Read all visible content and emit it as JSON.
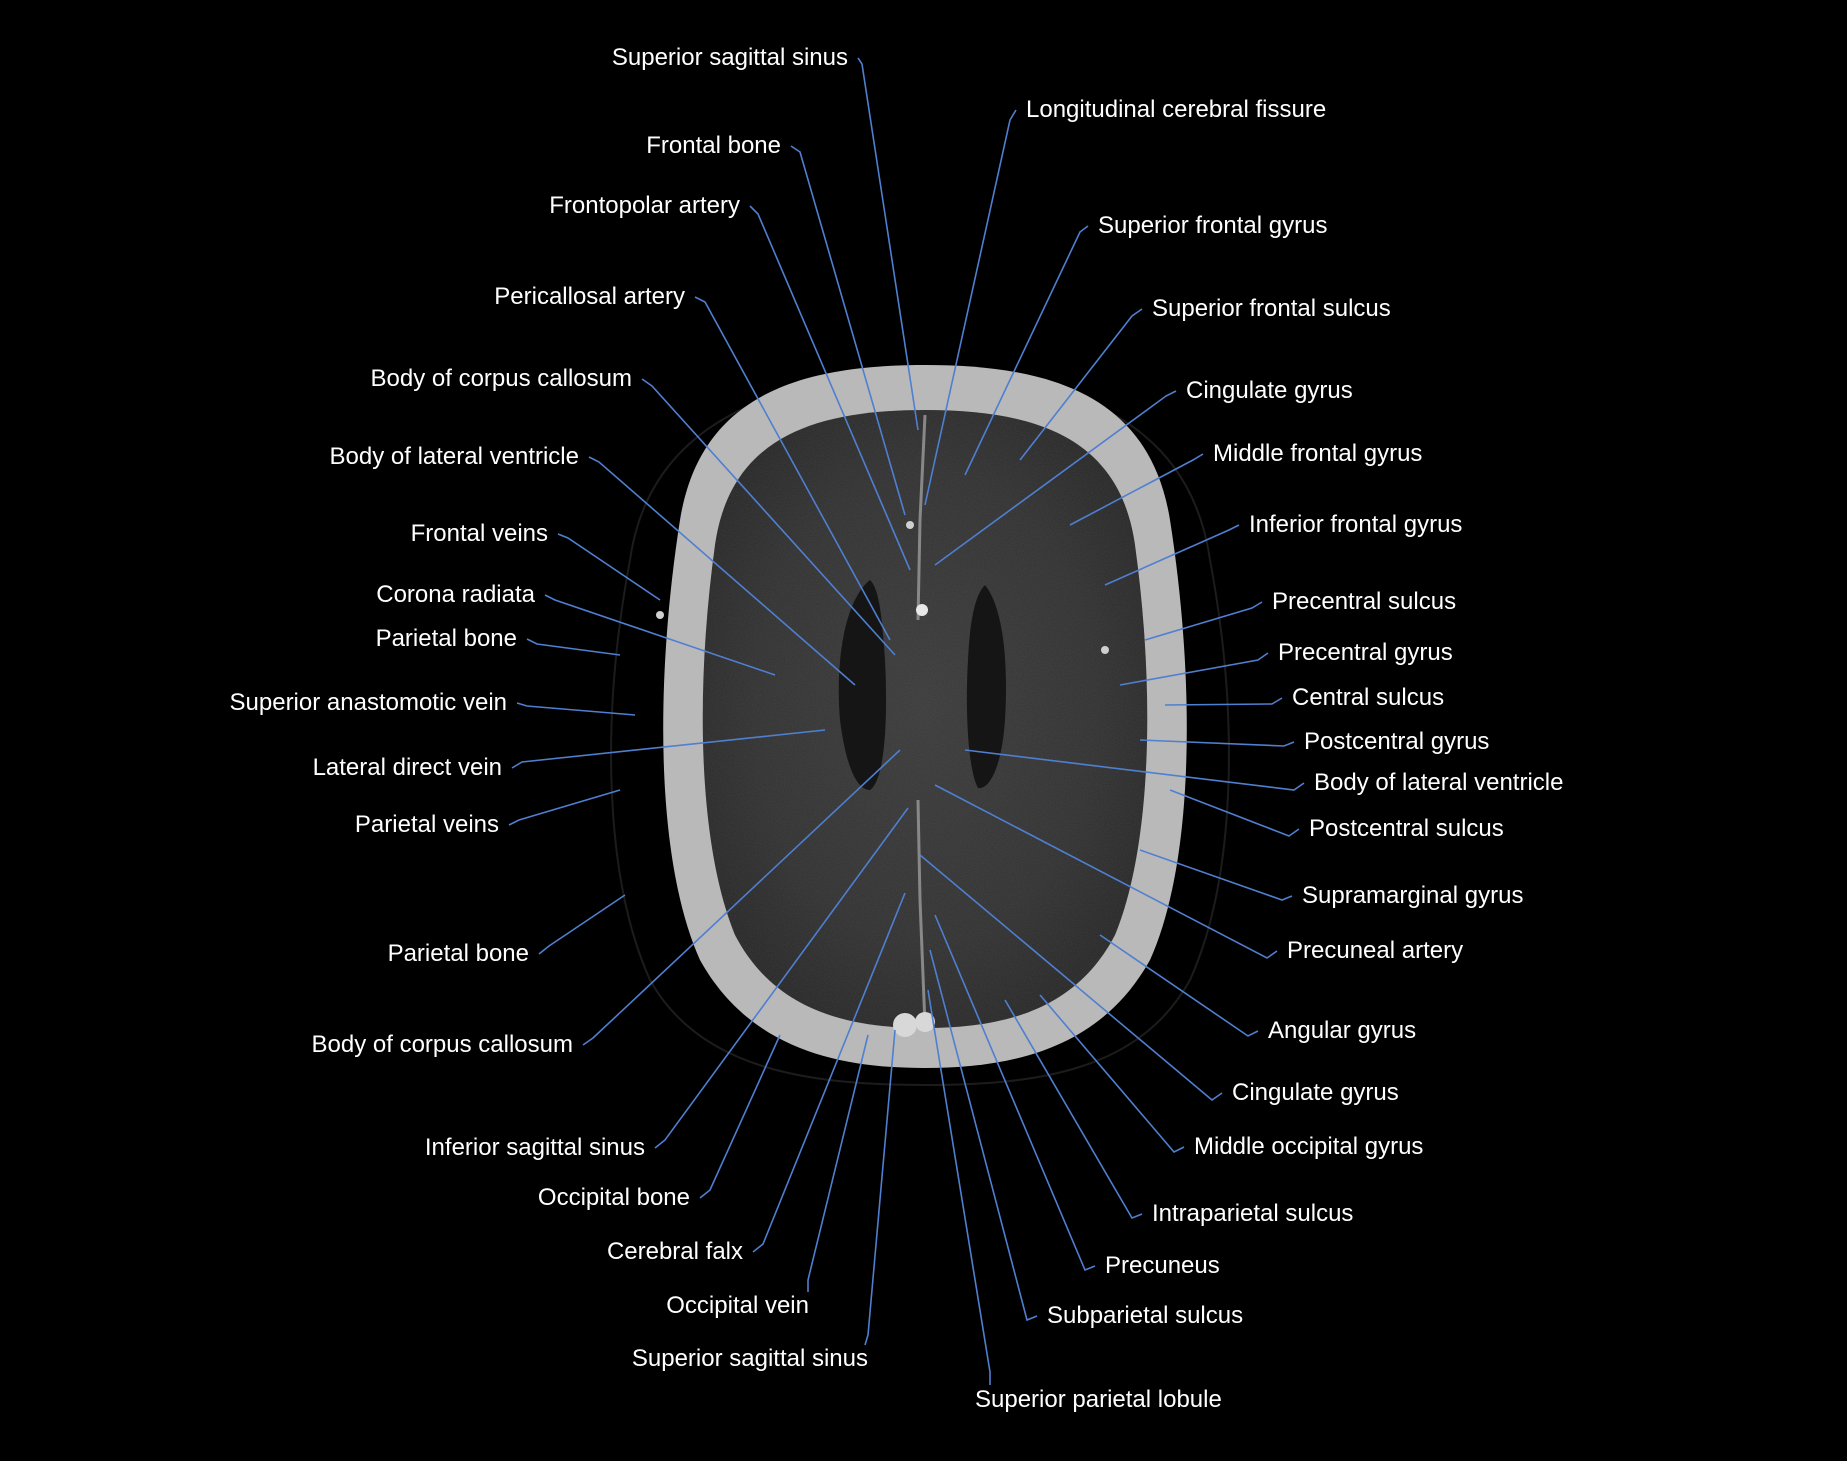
{
  "colors": {
    "background": "#000000",
    "leader_line": "#4f7fd0",
    "label_text": "#ffffff",
    "skull": "#b9b9b9",
    "brain": "#2f2f2f"
  },
  "labels": {
    "right": [
      "Longitudinal cerebral fissure",
      "Superior frontal gyrus",
      "Superior frontal sulcus",
      "Cingulate gyrus",
      "Middle frontal gyrus",
      "Inferior frontal gyrus",
      "Precentral sulcus",
      "Precentral gyrus",
      "Central sulcus",
      "Postcentral gyrus",
      "Body of lateral ventricle",
      "Postcentral sulcus",
      "Supramarginal gyrus",
      "Precuneal artery",
      "Angular gyrus",
      "Cingulate gyrus",
      "Middle occipital gyrus",
      "Intraparietal sulcus",
      "Precuneus",
      "Subparietal sulcus",
      "Superior parietal lobule"
    ],
    "left": [
      "Superior sagittal sinus",
      "Frontal bone",
      "Frontopolar artery",
      "Pericallosal artery",
      "Body of corpus callosum",
      "Body of lateral ventricle",
      "Frontal veins",
      "Corona radiata",
      "Parietal bone",
      "Superior anastomotic vein",
      "Lateral direct vein",
      "Parietal veins",
      "Parietal bone",
      "Body of corpus callosum",
      "Inferior sagittal sinus",
      "Occipital bone",
      "Cerebral falx",
      "Occipital vein",
      "Superior sagittal sinus"
    ]
  }
}
